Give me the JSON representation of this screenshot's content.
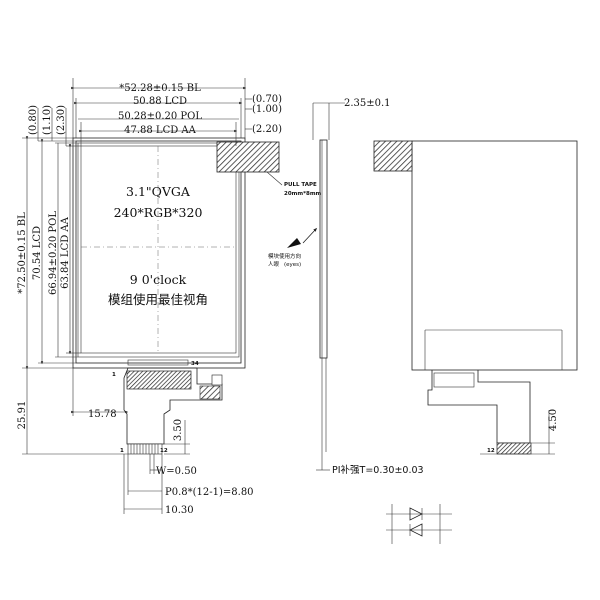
{
  "top_dims": {
    "bl_width": "*52.28±0.15 BL",
    "lcd_width": "50.88 LCD",
    "pol_width": "50.28±0.20 POL",
    "aa_width": "47.88 LCD AA",
    "off_070": "(0.70)",
    "off_100": "(1.00)",
    "off_220": "(2.20)"
  },
  "left_dims": {
    "off_080": "(0.80)",
    "off_110": "(1.10)",
    "off_230": "(2.30)",
    "bl_height": "*72.50±0.15 BL",
    "lcd_height": "70.54 LCD",
    "pol_height": "66.94±0.20 POL",
    "aa_height": "63.84 LCD AA",
    "total": "25.91"
  },
  "screen": {
    "size": "3.1\"QVGA",
    "resolution": "240*RGB*320",
    "clock": "9 0'clock",
    "view_text": "模组使用最佳视角"
  },
  "pull_tape": {
    "label": "PULL TAPE",
    "size": "20mm*8mm"
  },
  "direction_note": {
    "line1": "模块使用方向",
    "line2": "人眼",
    "line3": "(eyes)"
  },
  "fpc": {
    "pin_34": "34",
    "pin_1": "1",
    "pin_12": "12",
    "pin_12b": "12",
    "pin_1b": "1",
    "d_1578": "15.78",
    "d_350": "3.50",
    "w": "W=0.50",
    "pitch": "P0.8*(12-1)=8.80",
    "d_1030": "10.30"
  },
  "side_view": {
    "thickness": "2.35±0.1",
    "pi_note": "PI补强T=0.30±0.03",
    "d_450": "4.50"
  }
}
